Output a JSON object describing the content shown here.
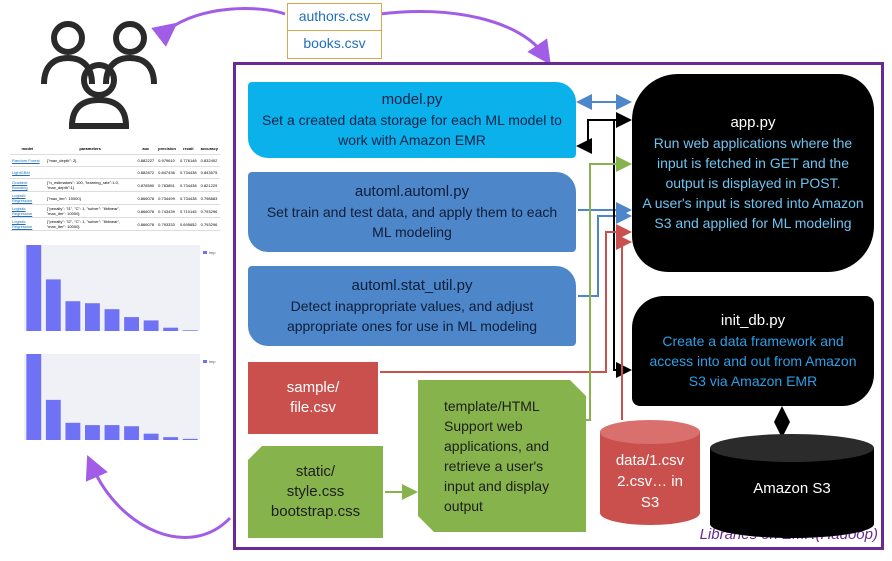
{
  "files": {
    "authors": "authors.csv",
    "books": "books.csv"
  },
  "frame_label": "Libraries on EMR(Hadoop)",
  "model": {
    "title": "model.py",
    "desc": "Set a created data storage for each ML model to work with Amazon EMR"
  },
  "automl": {
    "title": "automl.automl.py",
    "desc": "Set train and test data, and apply them to each ML modeling"
  },
  "statutil": {
    "title": "automl.stat_util.py",
    "desc": "Detect inappropriate values, and adjust appropriate ones for use in ML modeling"
  },
  "sample": {
    "line1": "sample/",
    "line2": "file.csv"
  },
  "static": {
    "line1": "static/",
    "line2": "style.css",
    "line3": "bootstrap.css"
  },
  "template": {
    "title": "template/HTML",
    "desc": "Support web applications, and retrieve a user's input and display output"
  },
  "app": {
    "title": "app.py",
    "desc1": "Run web applications where the input is fetched in GET and the output is displayed in POST.",
    "desc2": "A user's input is stored into Amazon S3 and applied for ML modeling"
  },
  "init_db": {
    "title": "init_db.py",
    "desc": "Create a data framework and access into and out from Amazon S3 via Amazon EMR"
  },
  "data_store": {
    "line1": "data/1.csv",
    "line2": "2.csv… in",
    "line3": "S3"
  },
  "s3": {
    "label": "Amazon S3"
  },
  "colors": {
    "frame": "#6a2a94",
    "model": "#0ab1ea",
    "automl": "#4d86c9",
    "sample": "#c9504d",
    "static": "#86b34b",
    "black_box": "#000000",
    "arrow_blue": "#4d86c9",
    "arrow_red": "#c9504d",
    "arrow_green": "#86b34b",
    "curve_purple": "#a25de6"
  },
  "results_table": {
    "headers": [
      "model",
      "parameters",
      "auc",
      "precision",
      "recall",
      "accuracy"
    ],
    "rows": [
      [
        "Random Forest",
        "{\"max_depth\": 2}",
        "0.882227",
        "0.979610",
        "0.776148",
        "0.832402"
      ],
      [
        "LightGBM",
        "",
        "0.882872",
        "0.847436",
        "0.734438",
        "0.843575"
      ],
      [
        "Gradient Boosting",
        "{\"n_estimators\": 100, \"learning_rate\":1.0, \"max_depth\":1}",
        "0.878590",
        "0.783851",
        "0.734438",
        "0.821229"
      ],
      [
        "Logistic Regression",
        "{\"max_iter\": 10000}",
        "0.866078",
        "0.734499",
        "0.734438",
        "0.798883"
      ],
      [
        "Logistic Regression",
        "{\"penalty\": \"l1\", \"C\": 1, \"solver\": \"liblinear\", \"max_iter\": 10000}",
        "0.866078",
        "0.743439",
        "0.710145",
        "0.793296"
      ],
      [
        "Logistic Regression",
        "{\"penalty\": \"l2\", \"C\": 1, \"solver\": \"liblinear\", \"max_iter\": 10000}",
        "0.866078",
        "0.793333",
        "0.695652",
        "0.793296"
      ]
    ]
  },
  "chart_data": [
    {
      "type": "bar",
      "legend": "imp",
      "values": [
        1.3,
        0.78,
        0.45,
        0.42,
        0.33,
        0.21,
        0.16,
        0.05,
        0.01
      ],
      "ylim": [
        0,
        1.3
      ]
    },
    {
      "type": "bar",
      "legend": "imp",
      "values": [
        1.5,
        0.7,
        0.3,
        0.26,
        0.26,
        0.24,
        0.11,
        0.05,
        0.02
      ],
      "ylim": [
        0,
        1.5
      ]
    }
  ]
}
